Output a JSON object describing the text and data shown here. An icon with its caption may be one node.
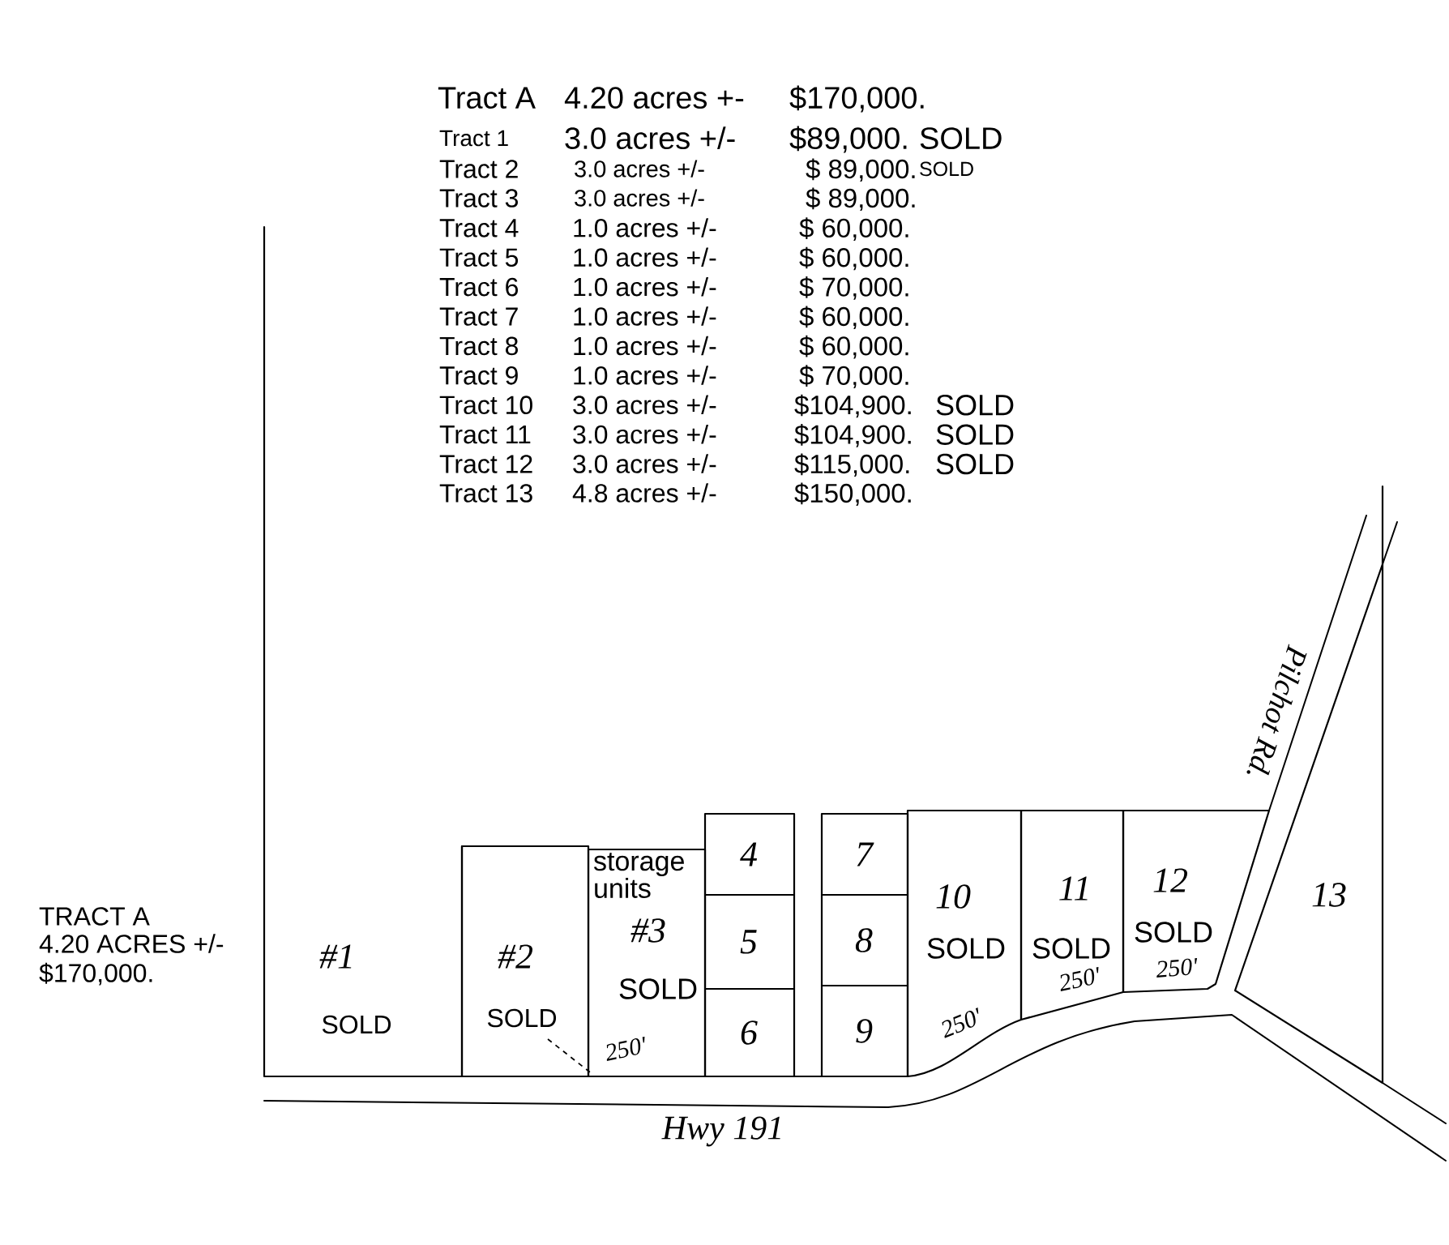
{
  "diagram": {
    "nodes": [
      {
        "text": [
          "#1",
          "SOLD"
        ]
      },
      {
        "text": [
          "#2",
          "SOLD"
        ]
      },
      {
        "text": [
          "storage units",
          "#3",
          "SOLD",
          "250'"
        ]
      },
      {
        "text": [
          "4"
        ]
      },
      {
        "text": [
          "5"
        ]
      },
      {
        "text": [
          "6"
        ]
      },
      {
        "text": [
          "7"
        ]
      },
      {
        "text": [
          "8"
        ]
      },
      {
        "text": [
          "9"
        ]
      },
      {
        "text": [
          "10",
          "SOLD",
          "250'"
        ]
      },
      {
        "text": [
          "11",
          "SOLD",
          "250'"
        ]
      },
      {
        "text": [
          "12",
          "SOLD",
          "250'"
        ]
      },
      {
        "text": [
          "13"
        ]
      }
    ],
    "labels": [
      "Tract A",
      "4.20 acres +-",
      "$170,000.",
      "Tract 1",
      "3.0 acres +/-",
      "$89,000.",
      "SOLD",
      "Tract 2",
      "3.0 acres +/-",
      "$ 89,000.",
      "SOLD",
      "Tract 3",
      "3.0 acres +/-",
      "$ 89,000.",
      "Tract 4",
      "1.0 acres +/-",
      "$ 60,000.",
      "Tract 5",
      "1.0 acres +/-",
      "$ 60,000.",
      "Tract 6",
      "1.0 acres +/-",
      "$ 70,000.",
      "Tract 7",
      "1.0 acres +/-",
      "$ 60,000.",
      "Tract 8",
      "1.0 acres +/-",
      "$ 60,000.",
      "Tract 9",
      "1.0 acres +/-",
      "$ 70,000.",
      "Tract 10",
      "3.0 acres +/-",
      "$104,900.",
      "SOLD",
      "Tract 11",
      "3.0 acres +/-",
      "$104,900.",
      "SOLD",
      "Tract 12",
      "3.0 acres +/-",
      "$115,000.",
      "SOLD",
      "Tract 13",
      "4.8 acres +/-",
      "$150,000.",
      "Pilchot Rd.",
      "TRACT A",
      "4.20 ACRES +/-",
      "$170,000.",
      "Hwy 191"
    ]
  }
}
